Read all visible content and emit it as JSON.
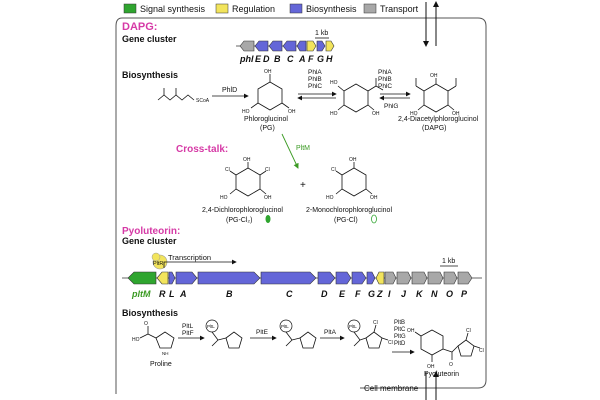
{
  "legend": {
    "items": [
      {
        "label": "Signal synthesis",
        "color": "#2fa52f"
      },
      {
        "label": "Regulation",
        "color": "#f2e45c"
      },
      {
        "label": "Biosynthesis",
        "color": "#6466d8"
      },
      {
        "label": "Transport",
        "color": "#a8a8a8"
      }
    ]
  },
  "dapg": {
    "title": "DAPG:",
    "subtitle": "Gene cluster",
    "scale": "1 kb",
    "gene_prefix": "phl",
    "genes": [
      "E",
      "D",
      "B",
      "C",
      "A",
      "F",
      "G",
      "H"
    ],
    "biosynthesis_title": "Biosynthesis",
    "enzymes": {
      "step1": "PhlD",
      "step2": [
        "PhlA",
        "PhlB",
        "PhlC"
      ],
      "step3": [
        "PhlA",
        "PhlB",
        "PhlC"
      ],
      "reverse": "PhlG"
    },
    "molecules": {
      "malonyl": "SCoA",
      "pg_name": "Phloroglucinol",
      "pg_abbr": "(PG)",
      "dapg_name": "2,4-Diacetylphloroglucinol",
      "dapg_abbr": "(DAPG)"
    }
  },
  "crosstalk": {
    "title": "Cross-talk:",
    "enzyme": "PltM",
    "plus": "+",
    "mol1_name": "2,4-Dichlorophloroglucinol",
    "mol1_abbr": "(PG-Cl₂)",
    "mol2_name": "2-Monochlorophloroglucinol",
    "mol2_abbr": "(PG-Cl)"
  },
  "pyoluteorin": {
    "title": "Pyoluteorin:",
    "subtitle": "Gene cluster",
    "regulator": "PltR",
    "transcription": "Transcription",
    "scale": "1 kb",
    "gene_first": "pltM",
    "genes": [
      "R",
      "L",
      "A",
      "B",
      "C",
      "D",
      "E",
      "F",
      "G",
      "Z",
      "I",
      "J",
      "K",
      "N",
      "O",
      "P"
    ],
    "biosynthesis_title": "Biosynthesis",
    "enzymes": {
      "step1": [
        "PltL",
        "PltF"
      ],
      "step2": "PltE",
      "step3": "PltA",
      "step4": [
        "PltB",
        "PltC",
        "PltG",
        "PltD"
      ]
    },
    "pcp": "PltL",
    "molecules": {
      "proline": "Proline",
      "pyoluteorin": "Pyoluteorin"
    }
  },
  "membrane": "Cell membrane"
}
